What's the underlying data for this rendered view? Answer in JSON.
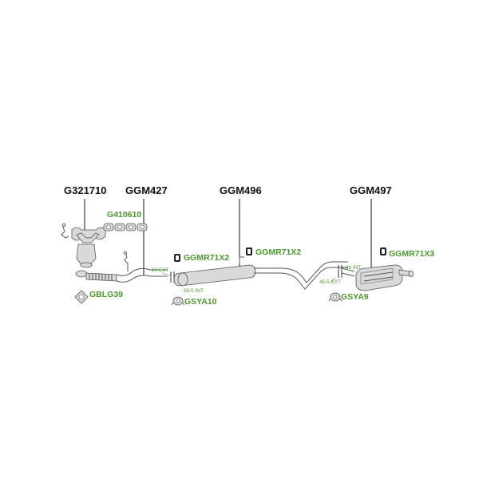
{
  "part_labels": {
    "catalyst": "G321710",
    "front_pipe": "GGM427",
    "middle_silencer": "GGM496",
    "rear_silencer": "GGM497"
  },
  "accessory_codes": {
    "gasket_set": "G410610",
    "flange_gasket": "GBLG39",
    "mount_rubber_1": "GGMR71X2",
    "mount_rubber_2": "GGMR71X2",
    "mount_rubber_3": "GGMR71X3",
    "clamp_1": "GSYA10",
    "clamp_2": "GSYA9"
  },
  "dimensions": {
    "front_ext": "50 EXT",
    "front_int": "50.5 INT",
    "rear_ext": "45.5 EXT",
    "rear_int": "46 INT"
  },
  "colors": {
    "part_number": "#111111",
    "accessory_code": "#4a9a2a",
    "part_fill": "#d9d9d9",
    "outline": "#555555"
  }
}
